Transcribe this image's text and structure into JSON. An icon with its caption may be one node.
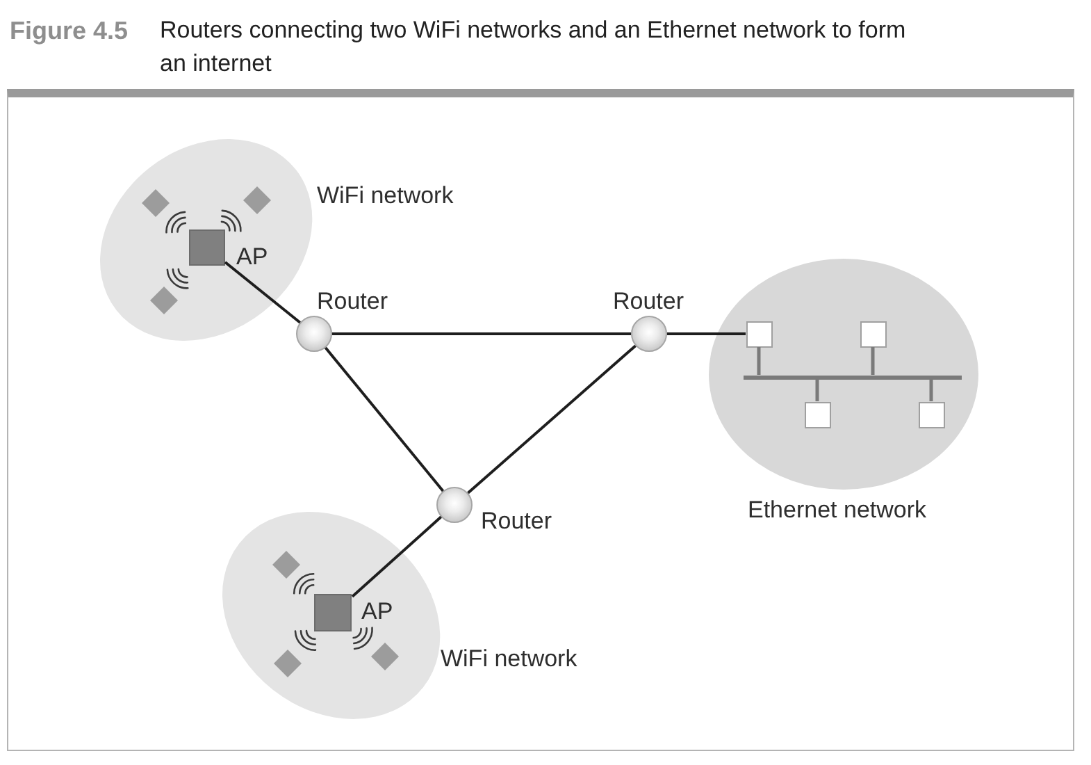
{
  "diagram": {
    "title": "Figure 4.5",
    "caption": "Routers connecting two WiFi networks and an Ethernet network to form an internet",
    "nodes": [
      {
        "text": [
          "WiFi network"
        ]
      },
      {
        "text": [
          "AP"
        ],
        "in": 0
      },
      {
        "text": [],
        "shape": "diamond",
        "in": 0
      },
      {
        "text": [],
        "shape": "diamond",
        "in": 0
      },
      {
        "text": [],
        "shape": "diamond",
        "in": 0
      },
      {
        "text": [
          "Router"
        ]
      },
      {
        "text": [
          "Router"
        ]
      },
      {
        "text": [
          "Ethernet network"
        ]
      },
      {
        "text": [],
        "shape": "box",
        "in": 7
      },
      {
        "text": [],
        "shape": "box",
        "in": 7
      },
      {
        "text": [],
        "shape": "bar",
        "in": 7
      },
      {
        "text": [],
        "shape": "box",
        "in": 7
      },
      {
        "text": [],
        "shape": "box",
        "in": 7
      },
      {
        "text": [
          "Router"
        ]
      },
      {
        "text": [
          "WiFi network"
        ]
      },
      {
        "text": [
          "AP"
        ],
        "in": 14
      },
      {
        "text": [],
        "shape": "diamond",
        "in": 14
      },
      {
        "text": [],
        "shape": "diamond",
        "in": 14
      },
      {
        "text": [],
        "shape": "diamond",
        "in": 14
      }
    ],
    "edges": [
      {
        "from": 1,
        "to": 5,
        "arrow": "none"
      },
      {
        "from": 5,
        "to": 6,
        "arrow": "none"
      },
      {
        "from": 6,
        "to": 8,
        "arrow": "none"
      },
      {
        "from": 5,
        "to": 13,
        "arrow": "none"
      },
      {
        "from": 6,
        "to": 13,
        "arrow": "none"
      },
      {
        "from": 13,
        "to": 15,
        "arrow": "none"
      },
      {
        "from": 8,
        "to": 10,
        "arrow": "none",
        "color": "#7a7a7a"
      },
      {
        "from": 9,
        "to": 10,
        "arrow": "none",
        "color": "#7a7a7a"
      },
      {
        "from": 11,
        "to": 10,
        "arrow": "none",
        "color": "#7a7a7a"
      },
      {
        "from": 12,
        "to": 10,
        "arrow": "none",
        "color": "#7a7a7a"
      }
    ]
  }
}
